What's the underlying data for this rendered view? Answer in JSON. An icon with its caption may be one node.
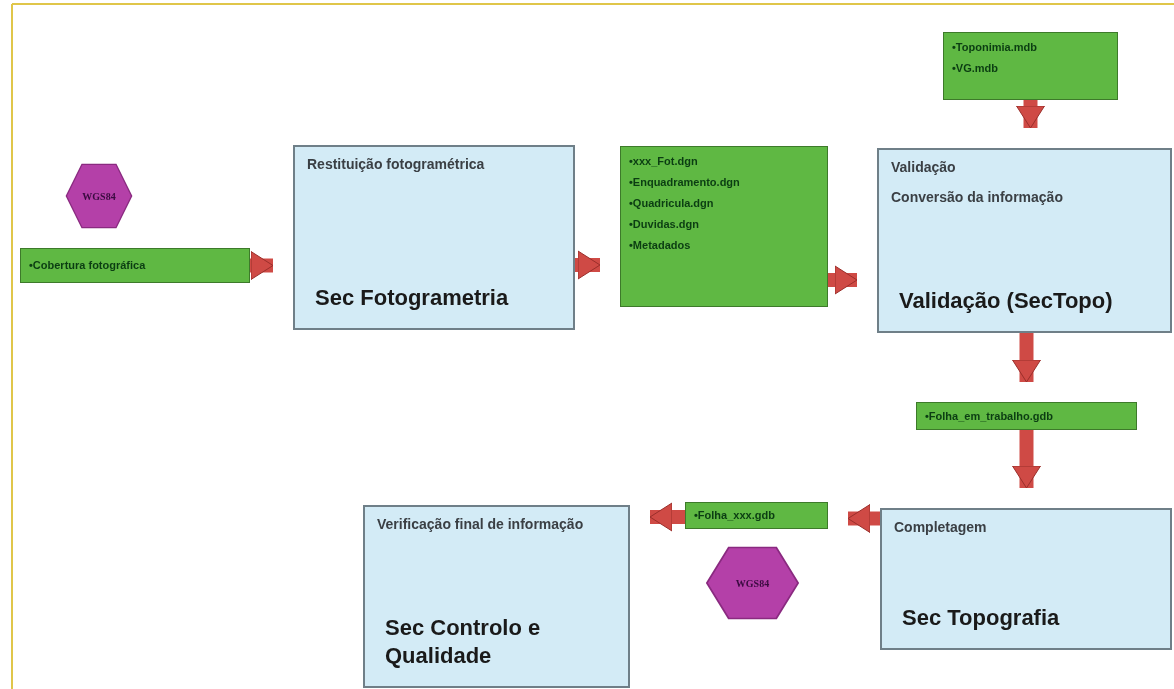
{
  "diagram": {
    "nodes": [
      {
        "text": [
          "WGS84"
        ]
      },
      {
        "text": [
          "•Cobertura fotográfica"
        ]
      },
      {
        "text": [
          "Restituição fotogramétrica",
          "Sec Fotogrametria"
        ]
      },
      {
        "text": [
          "•xxx_Fot.dgn",
          "•Enquadramento.dgn",
          "•Quadricula.dgn",
          "•Duvidas.dgn",
          "•Metadados"
        ]
      },
      {
        "text": [
          "•Toponimia.mdb",
          "•VG.mdb"
        ]
      },
      {
        "text": [
          "Validação",
          "Conversão da informação",
          "Validação (SecTopo)"
        ]
      },
      {
        "text": [
          "•Folha_em_trabalho.gdb"
        ]
      },
      {
        "text": [
          "Completagem",
          "Sec Topografia"
        ]
      },
      {
        "text": [
          "•Folha_xxx.gdb"
        ]
      },
      {
        "text": [
          "WGS84"
        ]
      },
      {
        "text": [
          "Verificação final de informação",
          "Sec Controlo e Qualidade"
        ]
      }
    ],
    "edges": [
      {
        "from": 1,
        "to": 2,
        "arrow": "to"
      },
      {
        "from": 2,
        "to": 3,
        "arrow": "to"
      },
      {
        "from": 3,
        "to": 5,
        "arrow": "to"
      },
      {
        "from": 4,
        "to": 5,
        "arrow": "to"
      },
      {
        "from": 5,
        "to": 6,
        "arrow": "to"
      },
      {
        "from": 6,
        "to": 7,
        "arrow": "to"
      },
      {
        "from": 7,
        "to": 8,
        "arrow": "to"
      },
      {
        "from": 8,
        "to": 10,
        "arrow": "to"
      }
    ]
  }
}
